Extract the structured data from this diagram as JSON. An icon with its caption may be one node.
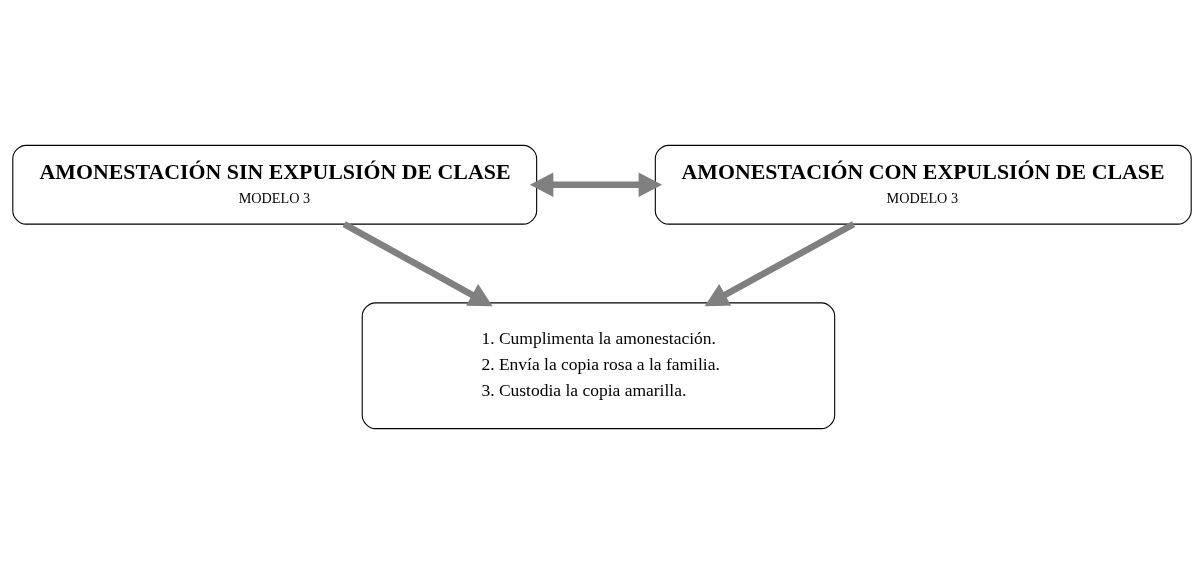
{
  "diagram": {
    "nodes": [
      {
        "text": [
          "AMONESTACIÓN SIN EXPULSIÓN DE CLASE",
          "MODELO 3"
        ]
      },
      {
        "text": [
          "AMONESTACIÓN CON EXPULSIÓN DE CLASE",
          "MODELO 3"
        ]
      },
      {
        "text": [
          "1. Cumplimenta la amonestación.",
          "2. Envía la copia rosa a la familia.",
          "3. Custodia la copia amarilla."
        ]
      }
    ],
    "edges": [
      {
        "from": 0,
        "to": 1,
        "arrow": "both"
      },
      {
        "from": 0,
        "to": 2,
        "arrow": "to"
      },
      {
        "from": 1,
        "to": 2,
        "arrow": "to"
      }
    ]
  }
}
